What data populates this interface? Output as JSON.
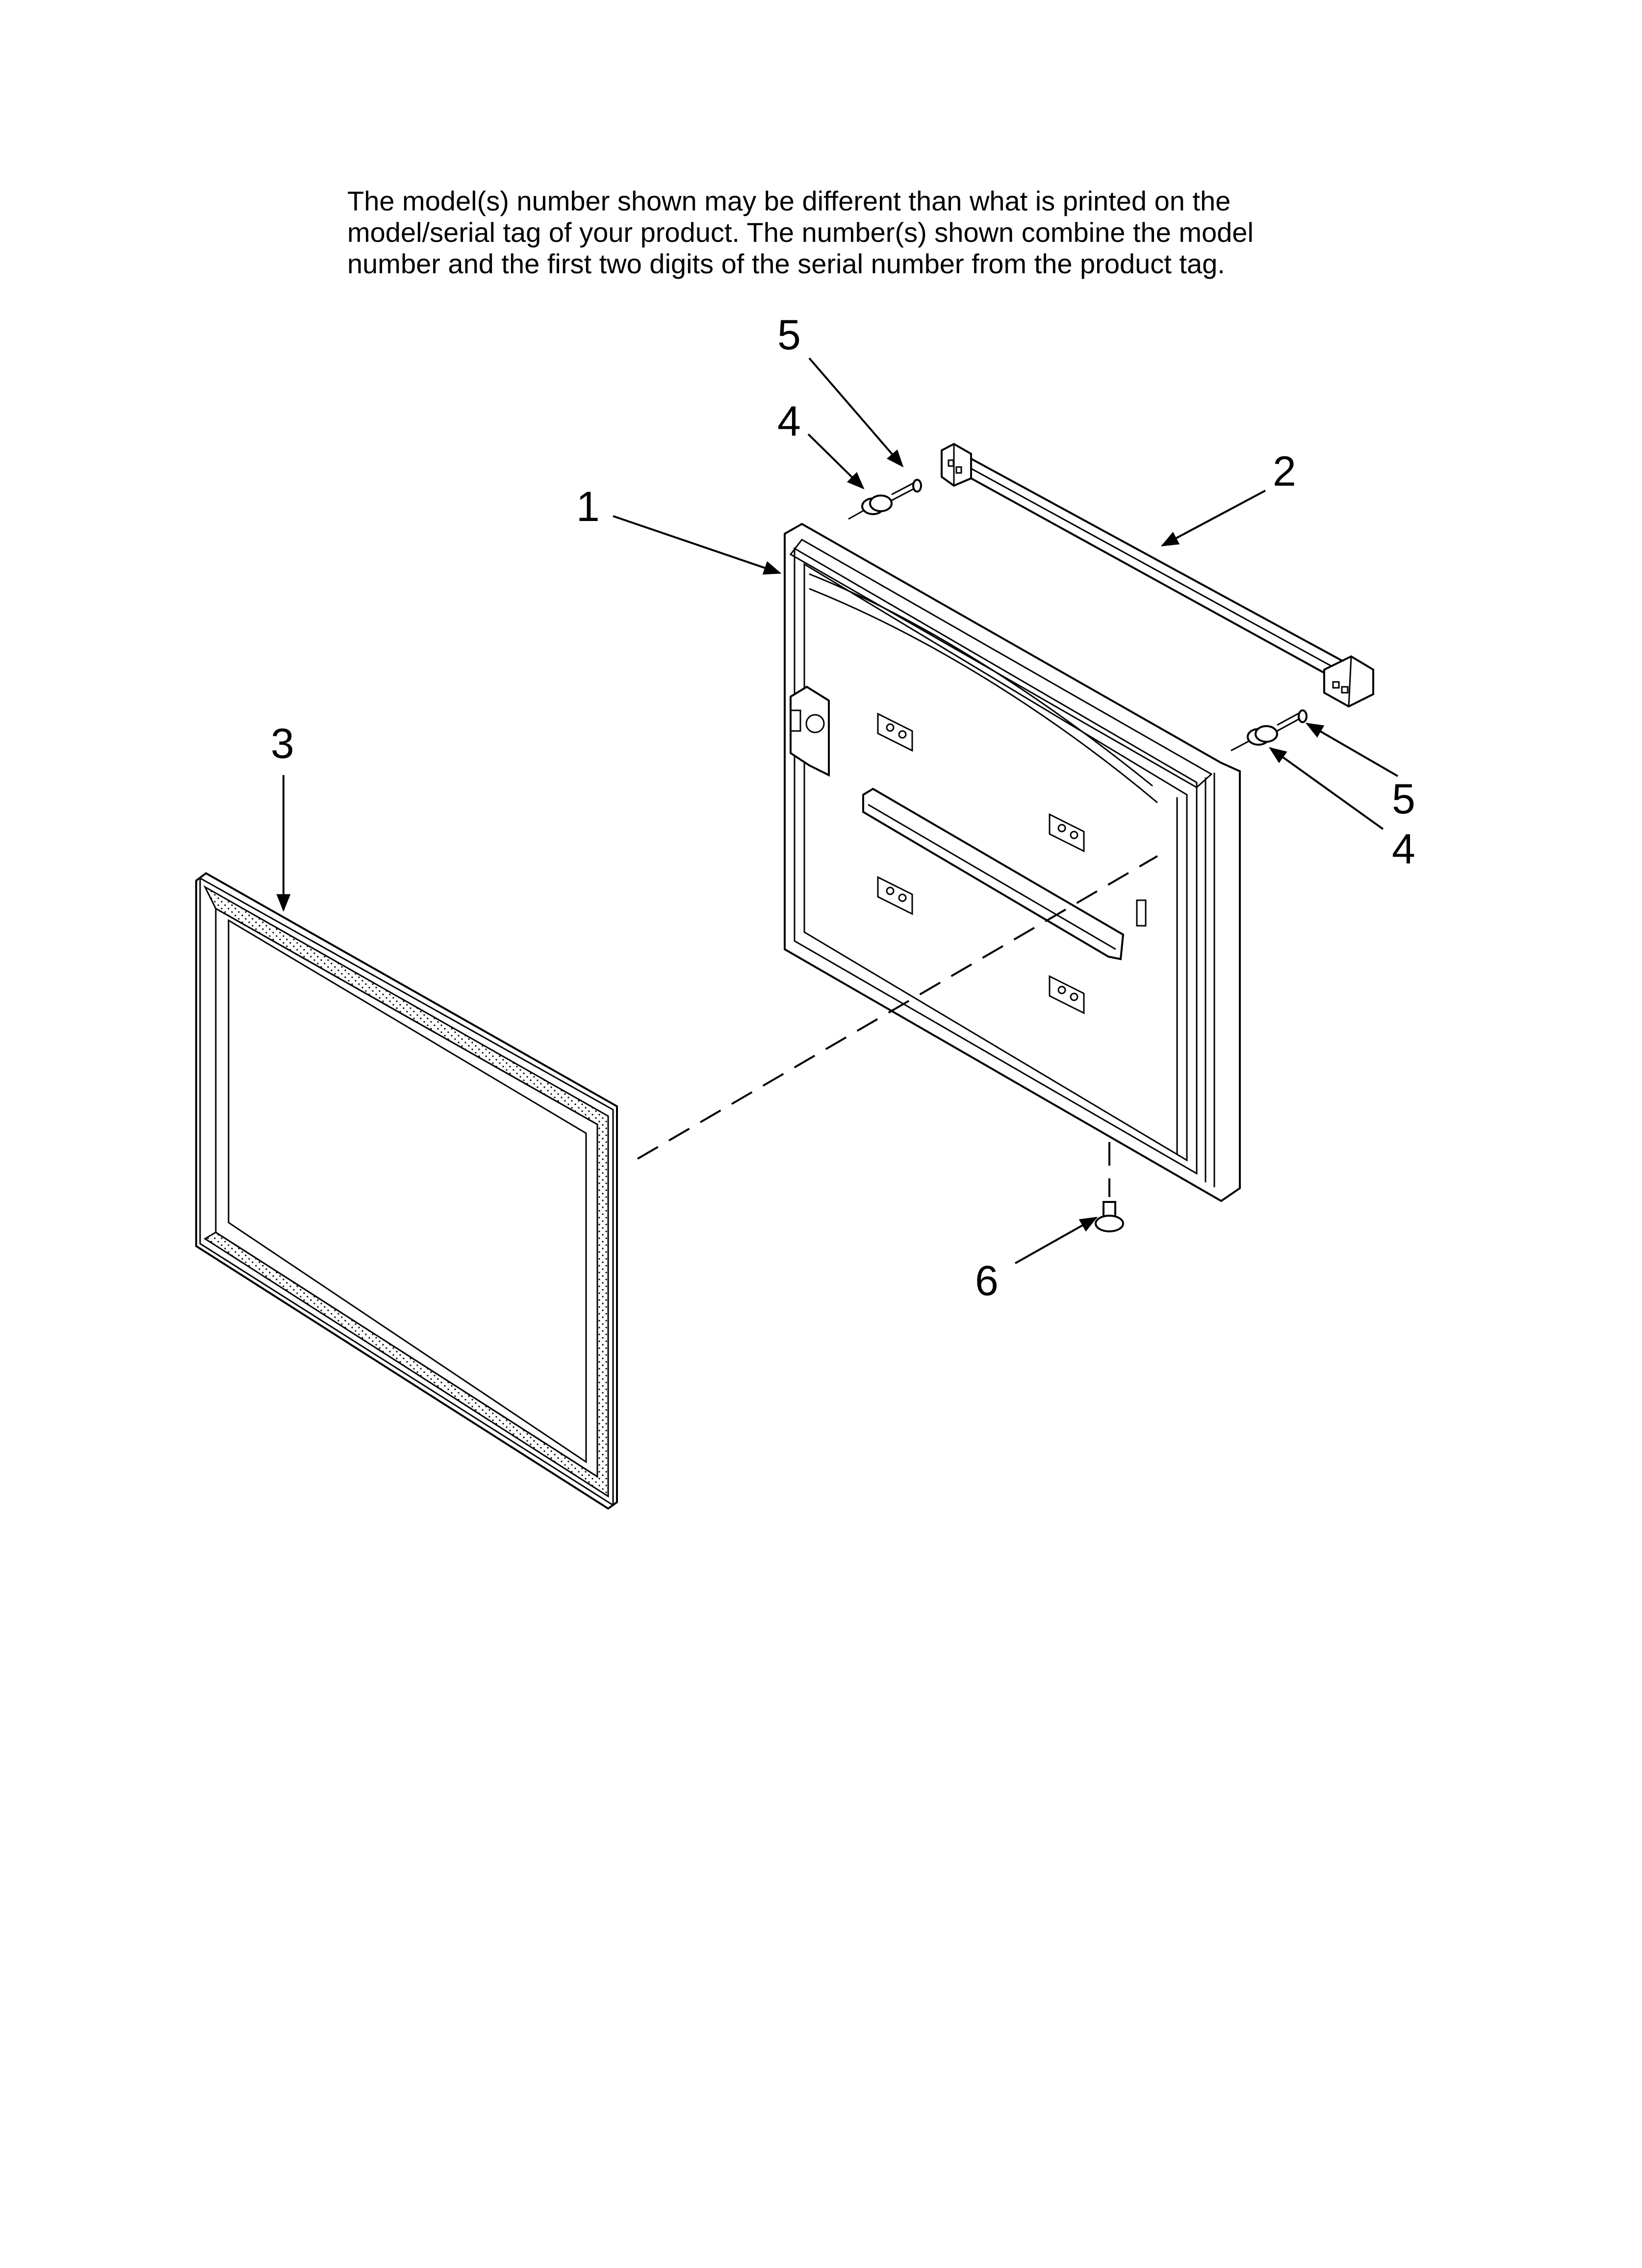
{
  "note": {
    "lines": [
      "The model(s) number shown may be different than what is printed on the",
      "model/serial tag of your product. The number(s) shown combine the model",
      "number and the first two digits of the serial number from the product tag."
    ]
  },
  "callouts": {
    "c1": "1",
    "c2": "2",
    "c3": "3",
    "c4_top": "4",
    "c5_top": "5",
    "c4_right": "4",
    "c5_right": "5",
    "c6": "6"
  }
}
